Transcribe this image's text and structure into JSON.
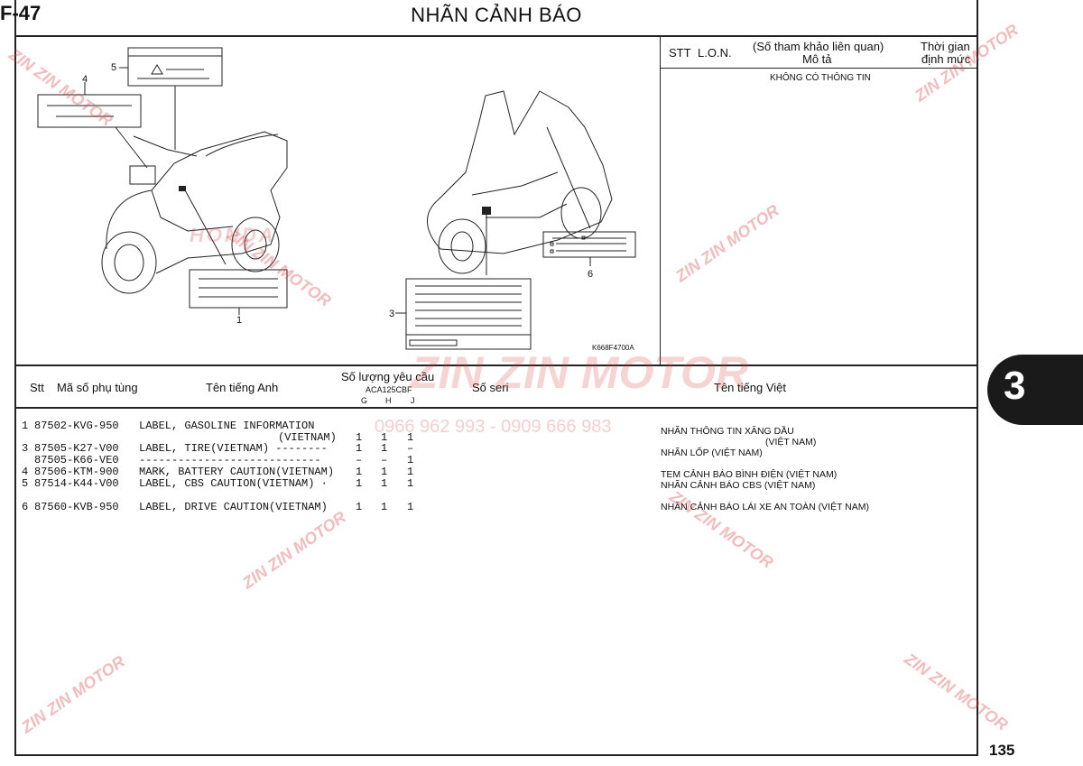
{
  "header": {
    "code": "F-47",
    "title": "NHÃN CẢNH BÁO"
  },
  "side_table": {
    "col_stt": "STT",
    "col_lon": "L.O.N.",
    "col_desc_1": "(Số tham khảo liên quan)",
    "col_desc_2": "Mô tả",
    "col_time_1": "Thời gian",
    "col_time_2": "định mức",
    "empty_note": "KHÔNG CÓ THÔNG TIN"
  },
  "diagram": {
    "callouts": [
      "1",
      "3",
      "4",
      "5",
      "6"
    ],
    "figure_code": "K668F4700A"
  },
  "parts_header": {
    "stt": "Stt",
    "part_no": "Mã số phụ tùng",
    "name_en": "Tên tiếng Anh",
    "qty": "Số lượng yêu cầu",
    "model": "ACA125CBF",
    "g": "G",
    "h": "H",
    "j": "J",
    "serial": "Số seri",
    "name_vi": "Tên tiếng Việt"
  },
  "parts": [
    {
      "stt": "1",
      "part_no": "87502-KVG-950",
      "name_en": "LABEL, GASOLINE INFORMATION",
      "name_en_2": "(VIETNAM)",
      "g": "1",
      "h": "1",
      "j": "1",
      "name_vi": "NHÃN THÔNG TIN XĂNG DẦU",
      "name_vi_2": "(VIỆT NAM)"
    },
    {
      "stt": "3",
      "part_no": "87505-K27-V00",
      "name_en": "LABEL, TIRE(VIETNAM) --------",
      "g": "1",
      "h": "1",
      "j": "–",
      "name_vi": "NHÃN LỐP (VIỆT NAM)"
    },
    {
      "stt": "",
      "part_no": "87505-K66-VE0",
      "name_en": "----------------------------",
      "g": "–",
      "h": "–",
      "j": "1",
      "name_vi": ""
    },
    {
      "stt": "4",
      "part_no": "87506-KTM-900",
      "name_en": "MARK, BATTERY CAUTION(VIETNAM)",
      "g": "1",
      "h": "1",
      "j": "1",
      "name_vi": "TEM CẢNH BÁO BÌNH ĐIỆN (VIỆT NAM)"
    },
    {
      "stt": "5",
      "part_no": "87514-K44-V00",
      "name_en": "LABEL, CBS CAUTION(VIETNAM) ·",
      "g": "1",
      "h": "1",
      "j": "1",
      "name_vi": "NHÃN CẢNH BÁO CBS (VIỆT NAM)"
    },
    {
      "stt": "6",
      "part_no": "87560-KVB-950",
      "name_en": "LABEL, DRIVE CAUTION(VIETNAM)",
      "g": "1",
      "h": "1",
      "j": "1",
      "name_vi": "NHÃN CẢNH BÁO LÁI XE AN TOÀN (VIỆT NAM)"
    }
  ],
  "section_tab": "3",
  "page_number": "135",
  "watermark": {
    "brand": "ZIN ZIN MOTOR",
    "phones": "0966 962 993 - 0909 666 983",
    "honda": "HONDA"
  }
}
